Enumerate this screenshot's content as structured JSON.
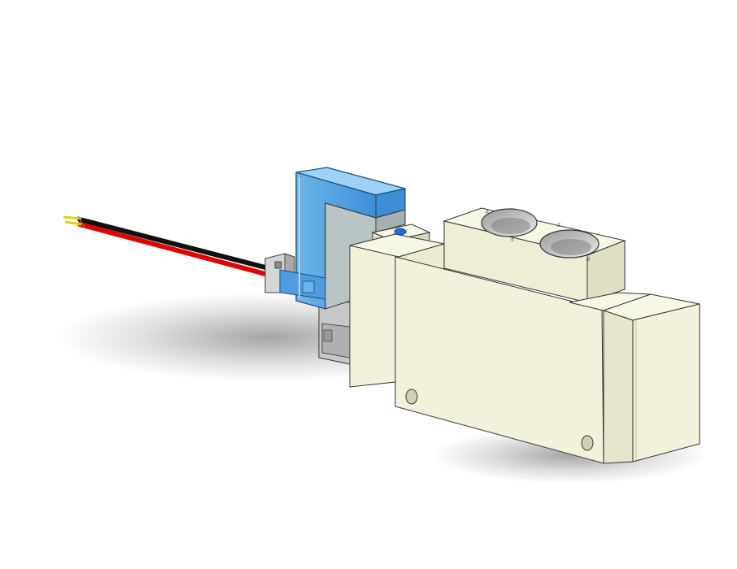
{
  "image": {
    "subject": "solenoid-valve-3d-render",
    "colors": {
      "background": "#ffffff",
      "body": "#f2f2dc",
      "body_shade": "#e4e4c8",
      "body_dark": "#c9c9ad",
      "coil_blue": "#5aa9e6",
      "coil_blue_dark": "#2f78c4",
      "coil_blue_light": "#9fd0f5",
      "coil_grey": "#b9c4c4",
      "metal_grey": "#b3b3b3",
      "wire_red": "#e00000",
      "wire_black": "#111111",
      "wire_tip": "#e6d400",
      "indicator_blue": "#1f6fd6"
    },
    "port_labels": [
      "A",
      "4",
      "2",
      "B"
    ]
  }
}
